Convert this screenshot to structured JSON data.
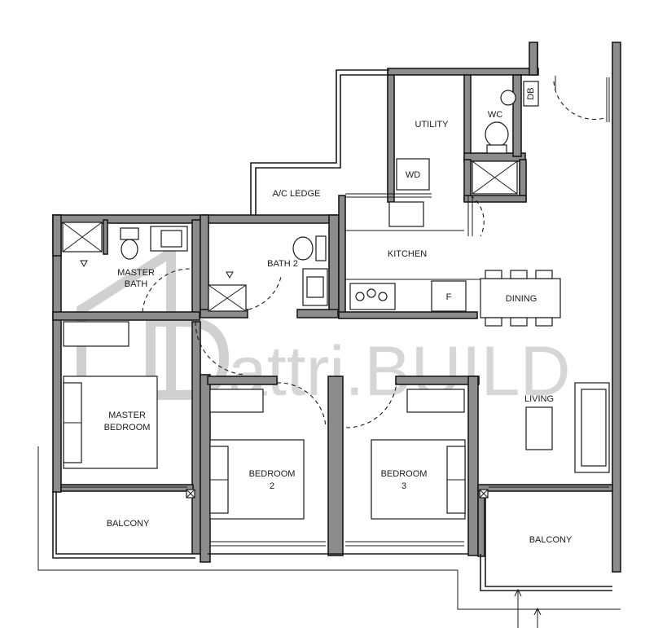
{
  "rooms": {
    "utility": "UTILITY",
    "wc": "WC",
    "db": "DB",
    "wd": "WD",
    "ac_ledge": "A/C LEDGE",
    "kitchen": "KITCHEN",
    "master_bath_1": "MASTER",
    "master_bath_2": "BATH",
    "bath2": "BATH 2",
    "fridge": "F",
    "dining": "DINING",
    "master_bedroom_1": "MASTER",
    "master_bedroom_2": "BEDROOM",
    "bedroom2_1": "BEDROOM",
    "bedroom2_2": "2",
    "bedroom3_1": "BEDROOM",
    "bedroom3_2": "3",
    "living": "LIVING",
    "balcony_left": "BALCONY",
    "balcony_right": "BALCONY"
  },
  "watermark": "attri.BUILD",
  "colors": {
    "wall": "#8c8c8c",
    "line": "#1a1a1a",
    "watermark": "#d6d6d6"
  }
}
